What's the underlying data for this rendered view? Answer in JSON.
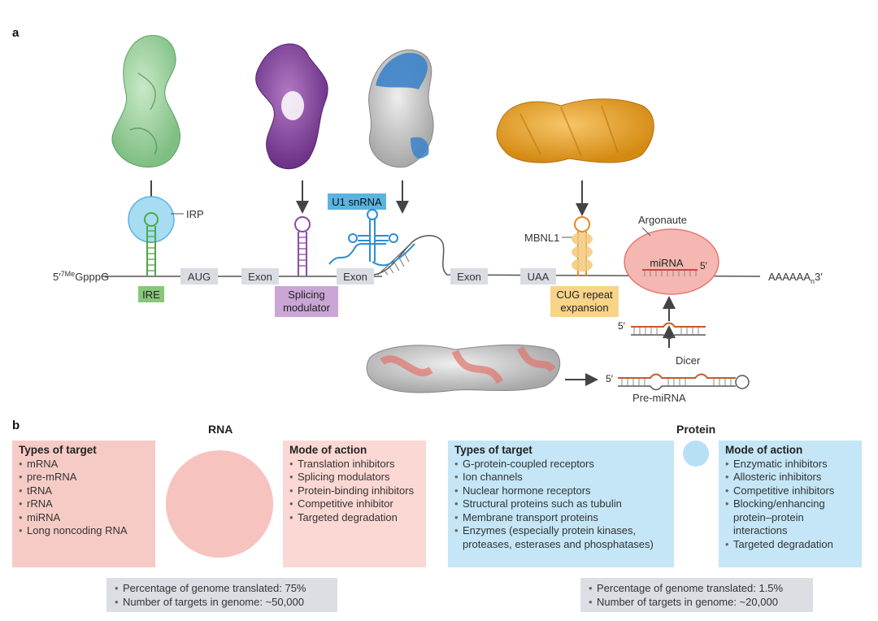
{
  "panels": {
    "a": "a",
    "b": "b"
  },
  "diagram": {
    "five_prime": "5′",
    "cap_sup": "7Me",
    "cap_text": "GpppG",
    "poly_a": "AAAAAA",
    "poly_sub": "n",
    "three_prime": "3′",
    "segments": {
      "aug": "AUG",
      "exon1": "Exon",
      "exon2": "Exon",
      "exon3": "Exon",
      "uaa": "UAA"
    },
    "irp": "IRP",
    "ire": "IRE",
    "splicing_modulator": [
      "Splicing",
      "modulator"
    ],
    "u1_snrna": "U1 snRNA",
    "mbnl1": "MBNL1",
    "cug_repeat": [
      "CUG repeat",
      "expansion"
    ],
    "argonaute": "Argonaute",
    "mirna": "miRNA",
    "mirna_five": "5′",
    "dicer": "Dicer",
    "pre_mirna": "Pre-miRNA",
    "duplex_five": "5′",
    "pre_five": "5′"
  },
  "rna": {
    "title": "RNA",
    "targets_title": "Types of target",
    "targets": [
      "mRNA",
      "pre-mRNA",
      "tRNA",
      "rRNA",
      "miRNA",
      "Long noncoding RNA"
    ],
    "mode_title": "Mode of action",
    "modes": [
      "Translation inhibitors",
      "Splicing modulators",
      "Protein-binding inhibitors",
      "Competitive inhibitor",
      "Targeted degradation"
    ],
    "stats": [
      "Percentage of genome translated: 75%",
      "Number of targets in genome: ~50,000"
    ],
    "circle_fraction": 0.75
  },
  "protein": {
    "title": "Protein",
    "targets_title": "Types of target",
    "targets": [
      "G-protein-coupled receptors",
      "Ion channels",
      "Nuclear hormone receptors",
      "Structural proteins such as tubulin",
      "Membrane transport proteins",
      "Enzymes (especially protein kinases, proteases, esterases and phosphatases)"
    ],
    "mode_title": "Mode of action",
    "modes": [
      "Enzymatic inhibitors",
      "Allosteric inhibitors",
      "Competitive inhibitors",
      "Blocking/enhancing protein–protein interactions",
      "Targeted degradation"
    ],
    "stats": [
      "Percentage of genome translated: 1.5%",
      "Number of targets in genome: ~20,000"
    ],
    "circle_fraction": 0.015
  },
  "colors": {
    "rna_pink": "#f6cbc6",
    "protein_blue": "#c4e6f6",
    "ire_green": "#6fbf5e",
    "splice_purple": "#c9a6d6",
    "u1_blue": "#5ab4e0",
    "cug_yellow": "#f7d488",
    "argonaute_pink": "#f3aaa5"
  }
}
